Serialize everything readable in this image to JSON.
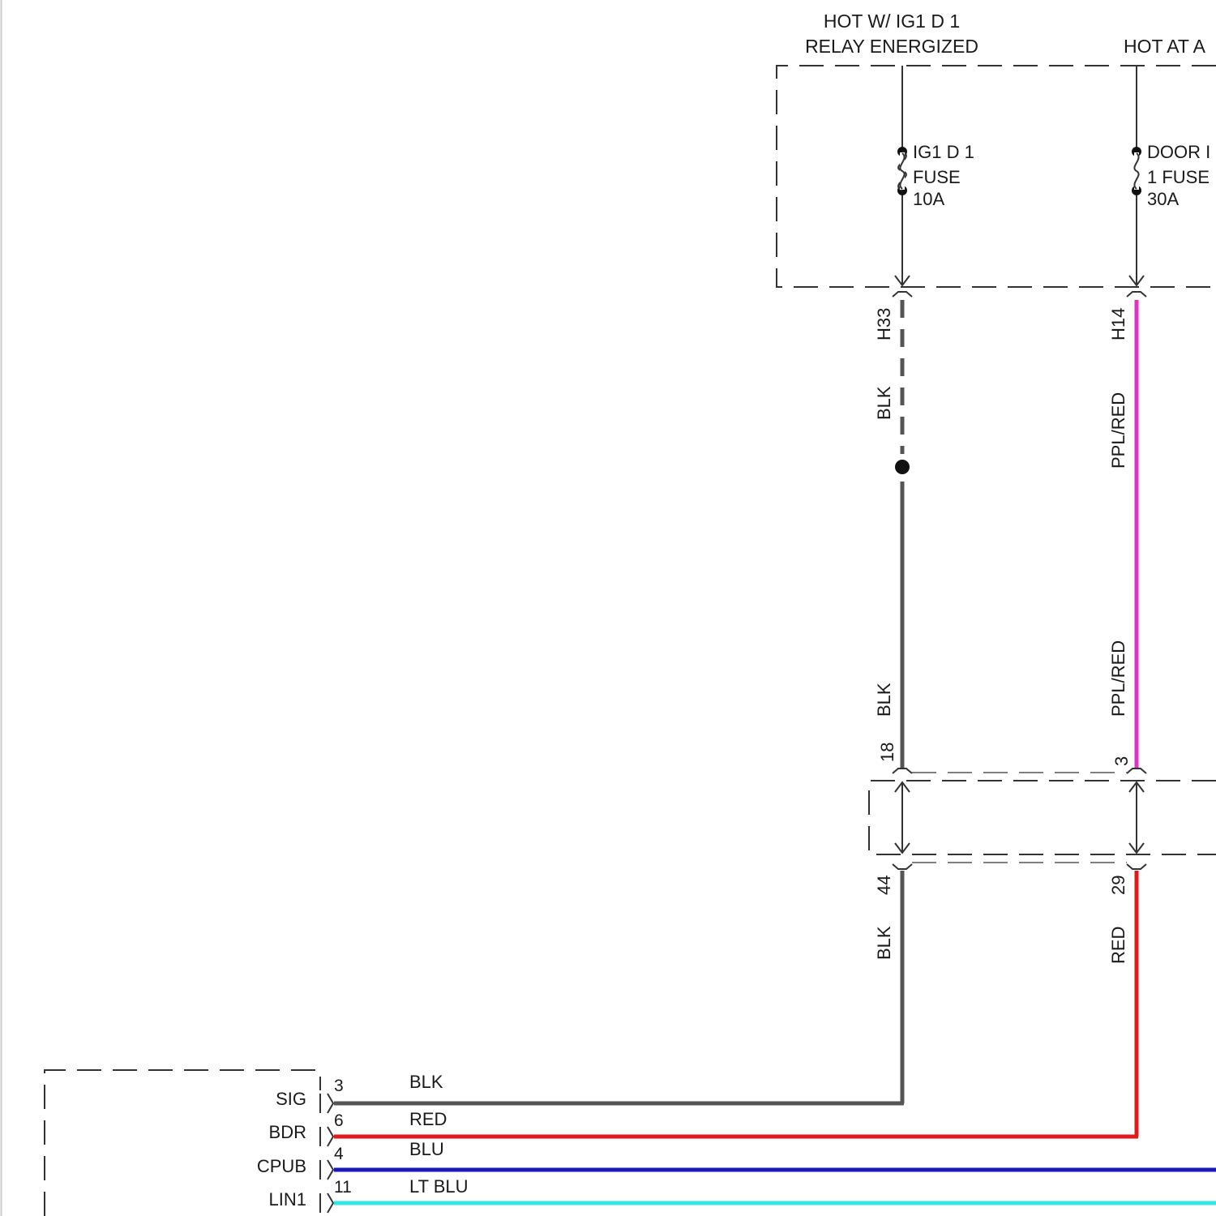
{
  "headers": {
    "ig1": [
      "HOT W/ IG1 D 1",
      "RELAY ENERGIZED"
    ],
    "door": "HOT AT A"
  },
  "fuses": {
    "ig1": [
      "IG1 D 1",
      "FUSE",
      "10A"
    ],
    "door": [
      "DOOR I",
      "1 FUSE",
      "30A"
    ]
  },
  "circuit_1": {
    "upper_pin": "H33",
    "upper_color": "BLK",
    "mid_color": "BLK",
    "connector_top_pin": "18",
    "connector_bottom_pin": "44",
    "lower_color": "BLK"
  },
  "circuit_2": {
    "upper_pin": "H14",
    "upper_color": "PPL/RED",
    "mid_color": "PPL/RED",
    "connector_top_pin": "3",
    "connector_bottom_pin": "29",
    "lower_color": "RED"
  },
  "module_terminals": [
    {
      "name": "SIG",
      "pin": "3",
      "wire": "BLK"
    },
    {
      "name": "BDR",
      "pin": "6",
      "wire": "RED"
    },
    {
      "name": "CPUB",
      "pin": "4",
      "wire": "BLU"
    },
    {
      "name": "LIN1",
      "pin": "11",
      "wire": "LT BLU"
    }
  ],
  "wire_colors": {
    "blk": "#555555",
    "ppl_red": "#e033c0",
    "red": "#e01a1a",
    "blu": "#1a1ab8",
    "lt_blu": "#33e6e6"
  }
}
